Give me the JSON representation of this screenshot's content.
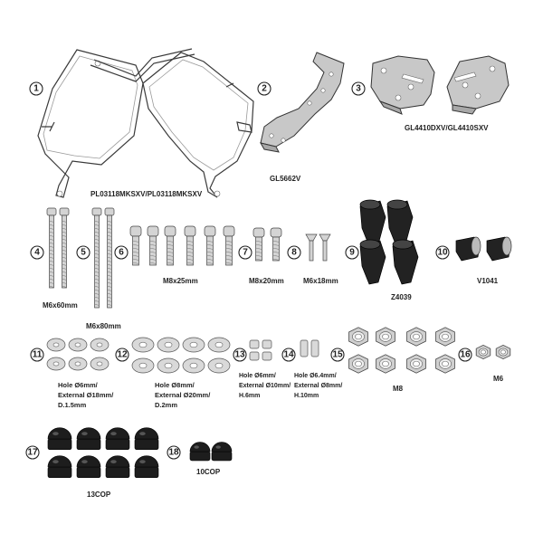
{
  "parts": [
    {
      "number": "1",
      "labels": [
        "PL03118MKSXV/PL03118MKSXV"
      ]
    },
    {
      "number": "2",
      "labels": [
        "GL5662V"
      ]
    },
    {
      "number": "3",
      "labels": [
        "GL4410DXV/GL4410SXV"
      ]
    },
    {
      "number": "4",
      "labels": [
        "M6x60mm"
      ]
    },
    {
      "number": "5",
      "labels": [
        "M6x80mm"
      ]
    },
    {
      "number": "6",
      "labels": [
        "M8x25mm"
      ]
    },
    {
      "number": "7",
      "labels": [
        "M8x20mm"
      ]
    },
    {
      "number": "8",
      "labels": [
        "M6x18mm"
      ]
    },
    {
      "number": "9",
      "labels": [
        "Z4039"
      ]
    },
    {
      "number": "10",
      "labels": [
        "V1041"
      ]
    },
    {
      "number": "11",
      "labels": [
        "Hole Ø6mm/",
        "External Ø18mm/",
        "D.1.5mm"
      ]
    },
    {
      "number": "12",
      "labels": [
        "Hole Ø8mm/",
        "External Ø20mm/",
        "D.2mm"
      ]
    },
    {
      "number": "13",
      "labels": [
        "Hole Ø6mm/",
        "External Ø10mm/",
        "H.6mm"
      ]
    },
    {
      "number": "14",
      "labels": [
        "Hole Ø6.4mm/",
        "External Ø8mm/",
        "H.10mm"
      ]
    },
    {
      "number": "15",
      "labels": [
        "M8"
      ]
    },
    {
      "number": "16",
      "labels": [
        "M6"
      ]
    },
    {
      "number": "17",
      "labels": [
        "13COP"
      ]
    },
    {
      "number": "18",
      "labels": [
        "10COP"
      ]
    }
  ]
}
